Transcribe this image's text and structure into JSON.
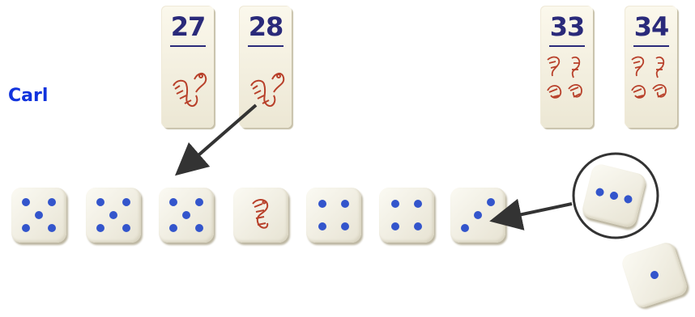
{
  "player": {
    "name": "Carl"
  },
  "tiles": [
    {
      "number": "27",
      "worms": 1
    },
    {
      "number": "28",
      "worms": 1
    },
    {
      "number": "33",
      "worms": 4
    },
    {
      "number": "34",
      "worms": 4
    }
  ],
  "dice_row": [
    {
      "face": 5,
      "symbol": "five-pips"
    },
    {
      "face": 5,
      "symbol": "five-pips"
    },
    {
      "face": 5,
      "symbol": "five-pips"
    },
    {
      "face": "worm",
      "symbol": "worm"
    },
    {
      "face": 4,
      "symbol": "four-pips"
    },
    {
      "face": 4,
      "symbol": "four-pips"
    },
    {
      "face": 3,
      "symbol": "three-pips"
    }
  ],
  "rolled_dice": [
    {
      "face": 3,
      "symbol": "three-pips",
      "circled": true
    },
    {
      "face": 1,
      "symbol": "one-pip",
      "circled": false
    }
  ],
  "colors": {
    "name_blue": "#1133dd",
    "pip_blue": "#3355cc",
    "worm_red": "#b8402a",
    "number_navy": "#2a2a7a"
  }
}
